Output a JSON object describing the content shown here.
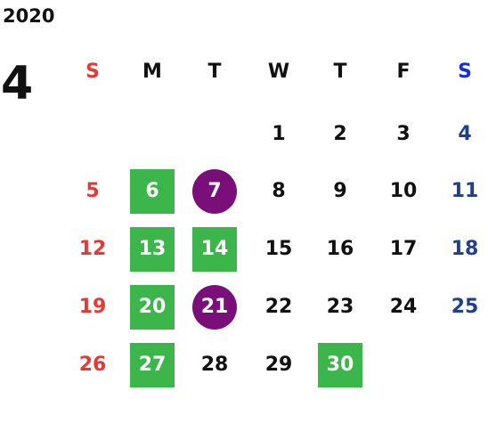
{
  "calendar": {
    "year": "2020",
    "month": "4",
    "colors": {
      "text": "#111111",
      "sunday": "#e53935",
      "saturday": "#1f3f8f",
      "saturday_header": "#1530d8",
      "highlight_green": "#3cb54a",
      "highlight_purple": "#7a0f7a",
      "highlight_text": "#ffffff"
    },
    "weekdays": [
      "S",
      "M",
      "T",
      "W",
      "T",
      "F",
      "S"
    ],
    "weeks": [
      [
        null,
        null,
        null,
        {
          "d": "1"
        },
        {
          "d": "2"
        },
        {
          "d": "3"
        },
        {
          "d": "4"
        }
      ],
      [
        {
          "d": "5"
        },
        {
          "d": "6",
          "mark": "green"
        },
        {
          "d": "7",
          "mark": "purple"
        },
        {
          "d": "8"
        },
        {
          "d": "9"
        },
        {
          "d": "10"
        },
        {
          "d": "11"
        }
      ],
      [
        {
          "d": "12"
        },
        {
          "d": "13",
          "mark": "green"
        },
        {
          "d": "14",
          "mark": "green"
        },
        {
          "d": "15"
        },
        {
          "d": "16"
        },
        {
          "d": "17"
        },
        {
          "d": "18"
        }
      ],
      [
        {
          "d": "19"
        },
        {
          "d": "20",
          "mark": "green"
        },
        {
          "d": "21",
          "mark": "purple"
        },
        {
          "d": "22"
        },
        {
          "d": "23"
        },
        {
          "d": "24"
        },
        {
          "d": "25"
        }
      ],
      [
        {
          "d": "26"
        },
        {
          "d": "27",
          "mark": "green"
        },
        {
          "d": "28"
        },
        {
          "d": "29"
        },
        {
          "d": "30",
          "mark": "green"
        },
        null,
        null
      ]
    ]
  }
}
